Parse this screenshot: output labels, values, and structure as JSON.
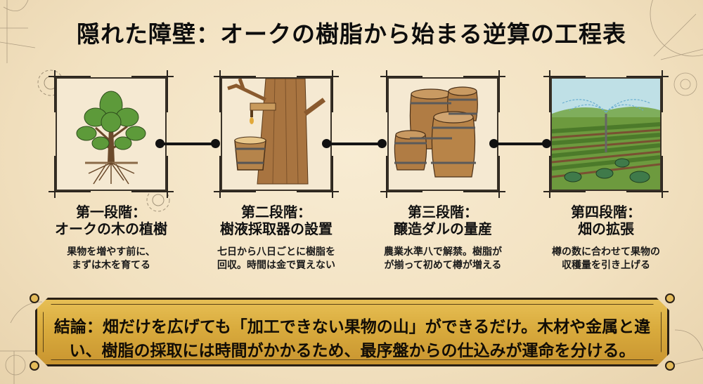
{
  "title": "隠れた障壁：オークの樹脂から始まる逆算の工程表",
  "colors": {
    "background": "#f2e1c0",
    "ink": "#111111",
    "banner_gold": "#d9ab3d",
    "banner_border": "#2a2015"
  },
  "stages": [
    {
      "step_label": "第一段階：",
      "name": "オークの木の植樹",
      "description_line1": "果物を増やす前に、",
      "description_line2": "まずは木を育てる",
      "illustration": "oak-tree-with-roots"
    },
    {
      "step_label": "第二段階：",
      "name": "樹液採取器の設置",
      "description_line1": "七日から八日ごとに樹脂を",
      "description_line2": "回収。時間は金で買えない",
      "illustration": "sap-tap-and-bucket"
    },
    {
      "step_label": "第三段階：",
      "name": "醸造ダルの量産",
      "description_line1": "農業水準八で解禁。樹脂が",
      "description_line2": "が揃って初めて樽が増える",
      "illustration": "wooden-barrels"
    },
    {
      "step_label": "第四段階：",
      "name": "畑の拡張",
      "description_line1": "樽の数に合わせて果物の",
      "description_line2": "収穫量を引き上げる",
      "illustration": "irrigated-crop-field"
    }
  ],
  "conclusion": {
    "line1": "結論：畑だけを広げても「加工できない果物の山」ができるだけ。木材や金属と違",
    "line2": "い、樹脂の採取には時間がかかるため、最序盤からの仕込みが運命を分ける。"
  }
}
